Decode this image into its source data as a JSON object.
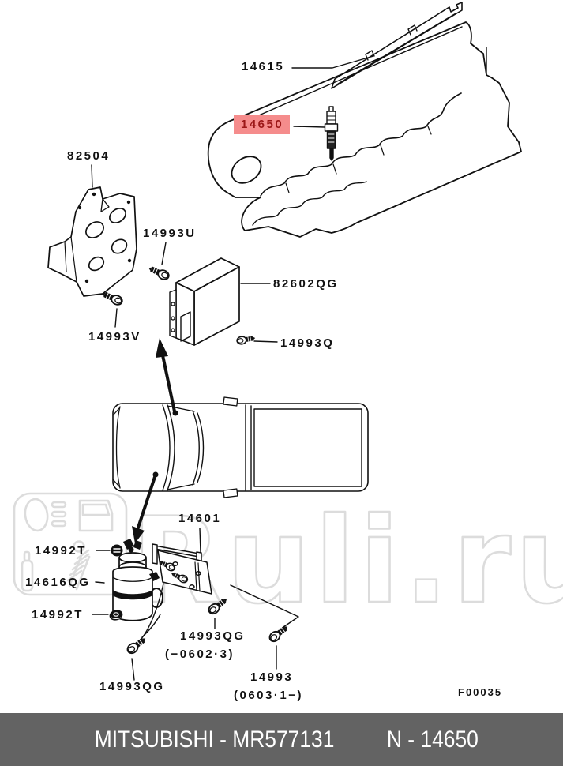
{
  "watermark": {
    "text": "Ruli.ru"
  },
  "parts": {
    "p14615": "14615",
    "p14650": "14650",
    "p82504": "82504",
    "p14993U": "14993U",
    "p82602QG": "82602QG",
    "p14993V": "14993V",
    "p14993Q": "14993Q",
    "p14601": "14601",
    "p14992T_upper": "14992T",
    "p14616QG": "14616QG",
    "p14992T_lower": "14992T",
    "p14993QG_bottom": "14993QG",
    "p14993QG_mid": "14993QG",
    "p14993QG_mid_range": "(−0602·3)",
    "p14993": "14993",
    "p14993_range": "(0603·1−)"
  },
  "figure_code": "F00035",
  "footer": {
    "brand_part": "MITSUBISHI - MR577131",
    "catalog_number": "N - 14650"
  },
  "colors": {
    "highlight_bg": "#f58c8c",
    "highlight_text": "#9c1818",
    "footer_bg": "#636363",
    "footer_text": "#ffffff",
    "line": "#111111",
    "watermark": "#dcdcdc"
  }
}
